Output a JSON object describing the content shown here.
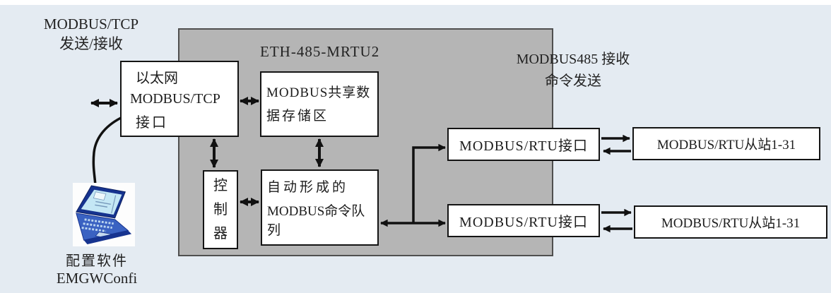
{
  "page": {
    "background_color": "#e4ebf2",
    "top_strip_color": "#ffffff"
  },
  "panel": {
    "title": "ETH-485-MRTU2",
    "fill_color": "#b5b5b5",
    "border_color": "#4f4f4f"
  },
  "annotations": {
    "modbus_tcp": {
      "line1": "MODBUS/TCP",
      "line2": "发送/接收"
    },
    "modbus_485": {
      "line1": "MODBUS485 接收",
      "line2": "命令发送"
    },
    "config_software": {
      "line1": "配置软件",
      "line2": "EMGWConfi"
    }
  },
  "boxes": {
    "ethernet_interface": {
      "line1": "以太网",
      "line2": "MODBUS/TCP",
      "line3": "接口"
    },
    "shared_memory": {
      "line1": "MODBUS共享数",
      "line2": "据存储区"
    },
    "controller": {
      "char1": "控",
      "char2": "制",
      "char3": "器"
    },
    "command_queue": {
      "line1": "自动形成的",
      "line2": "MODBUS命令队列"
    },
    "rtu_interface_top": {
      "label": "MODBUS/RTU接口"
    },
    "rtu_interface_bottom": {
      "label": "MODBUS/RTU接口"
    },
    "rtu_slaves_top": {
      "label": "MODBUS/RTU从站1-31"
    },
    "rtu_slaves_bottom": {
      "label": "MODBUS/RTU从站1-31"
    }
  },
  "icons": {
    "laptop": "laptop-icon"
  },
  "colors": {
    "arrow": "#111111",
    "box_border": "#141414",
    "box_fill": "#ffffff",
    "laptop_dark_blue": "#16338f",
    "laptop_deck_blue": "#3a62c2",
    "laptop_screen_blue": "#c4e7f5"
  }
}
